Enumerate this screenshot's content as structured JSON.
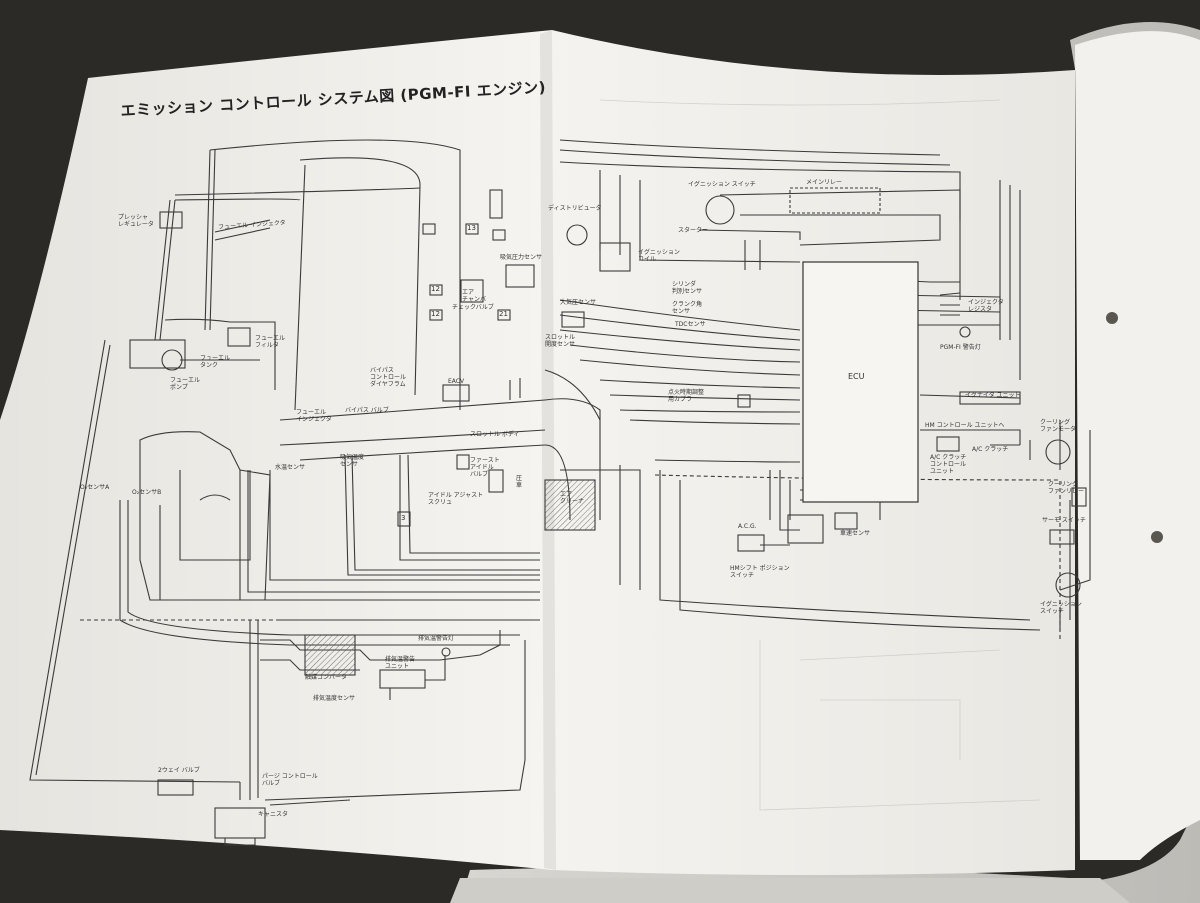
{
  "title": "エミッション コントロール システム図 (PGM-FI エンジン)",
  "labels": {
    "pressure_regulator": "プレッシャ\nレギュレータ",
    "fuel_injector_top": "フューエル インジェクタ",
    "fuel_filter": "フューエル\nフィルタ",
    "fuel_tank": "フューエル\nタンク",
    "fuel_pump": "フューエル\nポンプ",
    "fuel_injector": "フューエル\nインジェクタ",
    "bypass_valve": "バイパス バルブ",
    "bypass_diaphragm": "バイパス\nコントロール\nダイヤフラム",
    "air_chamber": "エア\nチャンバ",
    "intake_pressure_sensor": "吸気圧力センサ",
    "check_valve": "チェックバルブ",
    "eacv": "EACV",
    "throttle_body": "スロットル ボディ",
    "fast_idle_valve": "ファースト\nアイドル\nバルブ",
    "idle_adjust_screw": "アイドル アジャスト\nスクリュ",
    "intake_temp_sensor": "吸気温度\nセンサ",
    "water_temp_sensor": "水温センサ",
    "o2_sensor_a": "O₂センサA",
    "o2_sensor_b": "O₂センサB",
    "catalytic_converter": "触媒コンバータ",
    "exhaust_temp_sensor": "排気温度センサ",
    "exhaust_warning_unit": "排気温警告\nユニット",
    "exhaust_warning_lamp": "排気温警告灯",
    "two_way_valve": "2ウェイ バルブ",
    "purge_control_valve": "パージ コントロール\nバルブ",
    "canister": "キャニスタ",
    "atmospheric_sensor": "大気圧センサ",
    "throttle_sensor": "スロットル\n開度センサ",
    "air_cleaner": "エア\nクリーナ",
    "distributor": "ディストリビュータ",
    "ignition_coil": "イグニッション\nコイル",
    "ignition_switch_top": "イグニッション スイッチ",
    "main_relay": "メインリレー",
    "starter": "スターター",
    "cylinder_sensor": "シリンダ\n判別センサ",
    "crank_sensor": "クランク角\nセンサ",
    "tdc_sensor": "TDCセンサ",
    "injector_resistor": "インジェクタ\nレジスタ",
    "pgmfi_lamp": "PGM-FI 警告灯",
    "ecu": "ECU",
    "ignitor_unit": "イグナイタ ユニット",
    "idle_adjust_coupler": "点火時期調整\n用カプラ",
    "hm_control_unit": "HM コントロール ユニットへ",
    "ac_clutch_unit": "A/C クラッチ\nコントロール\nユニット",
    "ac_clutch": "A/C クラッチ",
    "cooling_fan_motor": "クーリング\nファンモータ",
    "cooling_fan_relay": "クーリング\nファンリレー",
    "thermo_switch": "サーモ スイッチ",
    "ignition_switch_bottom": "イグニッション\nスイッチ",
    "acg": "A.C.G.",
    "hm_shift_switch": "HMシフト ポジション\nスイッチ",
    "vehicle_speed_sensor": "車速センサ",
    "side_mark": "圧\n車",
    "tag_12a": "12",
    "tag_12b": "12",
    "tag_13": "13",
    "tag_21": "21",
    "tag_3": "3"
  },
  "colors": {
    "paper": "#f3f2ee",
    "ink": "#3a3a3a",
    "background": "#2c2a27"
  }
}
